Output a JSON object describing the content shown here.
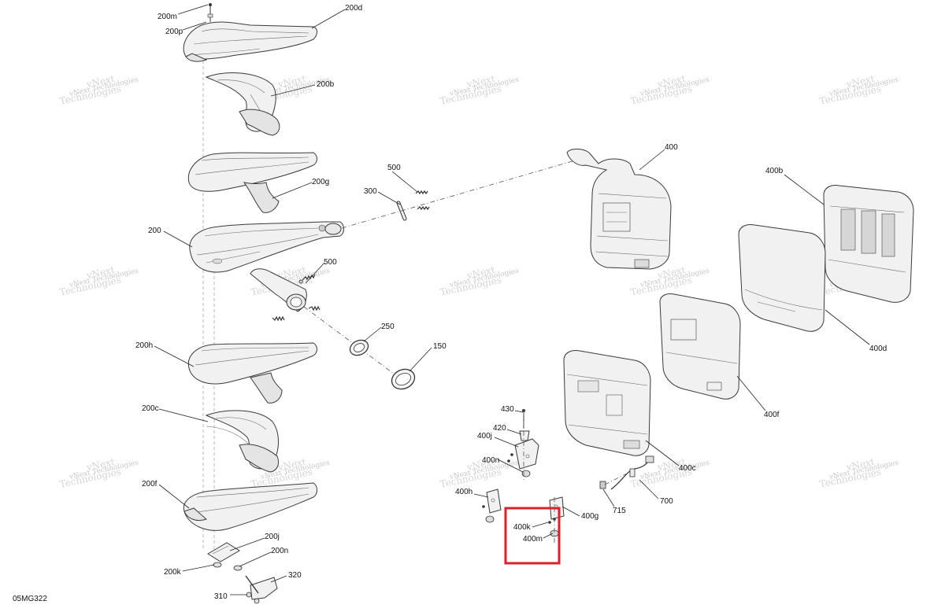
{
  "diagram": {
    "reference_code": "05MG322",
    "watermark_lines": [
      "vNext",
      "Technologies",
      "vNext Technologies"
    ],
    "highlight_color": "#d9202b",
    "labels": {
      "p200m": "200m",
      "p200p": "200p",
      "p200d": "200d",
      "p200b": "200b",
      "p200g": "200g",
      "p200": "200",
      "p200h": "200h",
      "p200c": "200c",
      "p200f": "200f",
      "p200j": "200j",
      "p200n": "200n",
      "p200k": "200k",
      "p320": "320",
      "p310": "310",
      "p500a": "500",
      "p300": "300",
      "p500b": "500",
      "p250": "250",
      "p150": "150",
      "p400": "400",
      "p400b": "400b",
      "p400d": "400d",
      "p400f": "400f",
      "p400c": "400c",
      "p700": "700",
      "p715": "715",
      "p430": "430",
      "p420": "420",
      "p400j": "400j",
      "p400n": "400n",
      "p400h": "400h",
      "p400g": "400g",
      "p400k": "400k",
      "p400m": "400m"
    }
  }
}
